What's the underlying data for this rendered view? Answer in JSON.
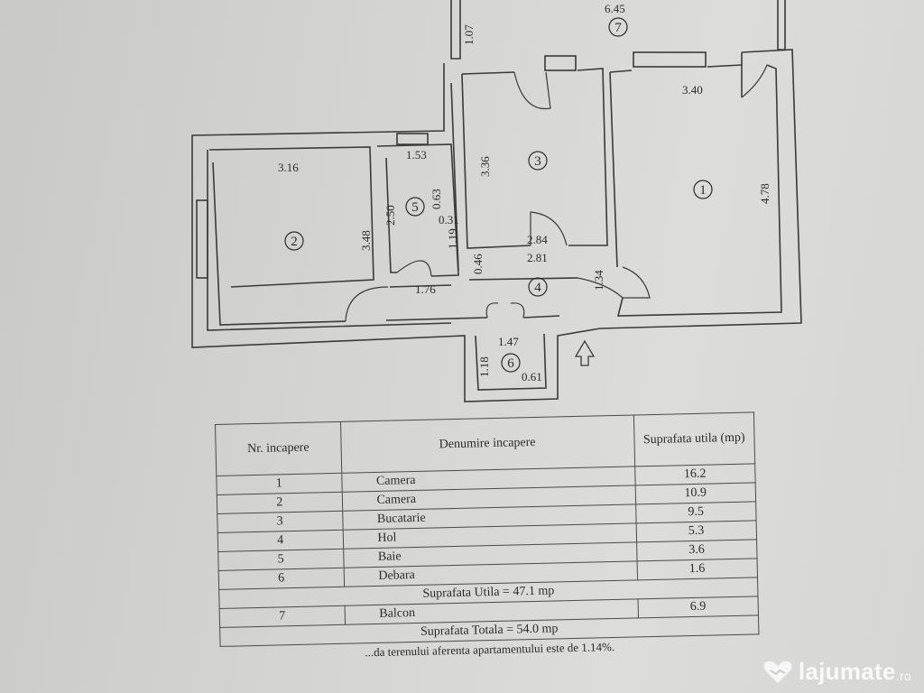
{
  "plan": {
    "rooms": [
      {
        "num": "1"
      },
      {
        "num": "2"
      },
      {
        "num": "3"
      },
      {
        "num": "4"
      },
      {
        "num": "5"
      },
      {
        "num": "6"
      },
      {
        "num": "7"
      }
    ],
    "dimensions": [
      "6.45",
      "1.07",
      "3.40",
      "4.78",
      "3.36",
      "2.84",
      "2.81",
      "1.53",
      "2.50",
      "0.63",
      "0.31",
      "1.19",
      "0.46",
      "3.16",
      "3.48",
      "1.76",
      "1.34",
      "1.47",
      "1.18",
      "0.61"
    ]
  },
  "table": {
    "headers": {
      "nr": "Nr. incapere",
      "name": "Denumire incapere",
      "area": "Suprafata utila (mp)"
    },
    "rows": [
      {
        "nr": "1",
        "name": "Camera",
        "area": "16.2"
      },
      {
        "nr": "2",
        "name": "Camera",
        "area": "10.9"
      },
      {
        "nr": "3",
        "name": "Bucatarie",
        "area": "9.5"
      },
      {
        "nr": "4",
        "name": "Hol",
        "area": "5.3"
      },
      {
        "nr": "5",
        "name": "Baie",
        "area": "3.6"
      },
      {
        "nr": "6",
        "name": "Debara",
        "area": "1.6"
      }
    ],
    "util_total": "Suprafata Utila = 47.1 mp",
    "balcony": {
      "nr": "7",
      "name": "Balcon",
      "area": "6.9"
    },
    "grand_total": "Suprafata Totala = 54.0 mp",
    "footnote": "...da terenului aferenta apartamentului este de 1.14%."
  },
  "watermark": {
    "brand": "lajumate",
    "tld": ".ro",
    "icon": "heart-handshake-icon"
  }
}
